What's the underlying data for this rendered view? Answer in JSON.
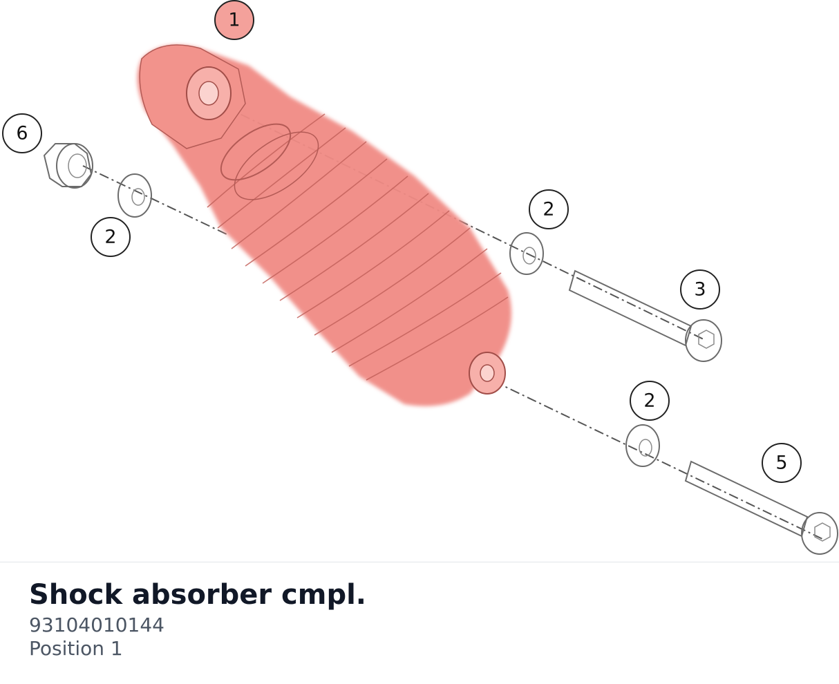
{
  "part": {
    "title": "Shock absorber cmpl.",
    "number": "93104010144",
    "position": "Position 1"
  },
  "callouts": {
    "shock": "1",
    "washer_left": "2",
    "washer_upper_right": "2",
    "washer_lower_right": "2",
    "upper_bolt": "3",
    "lower_bolt": "5",
    "nut": "6"
  },
  "colors": {
    "highlight": "#f08a84",
    "highlight_badge": "#f4a19b",
    "title": "#111827",
    "subtitle": "#4b5563",
    "divider": "#e2e5e9"
  }
}
